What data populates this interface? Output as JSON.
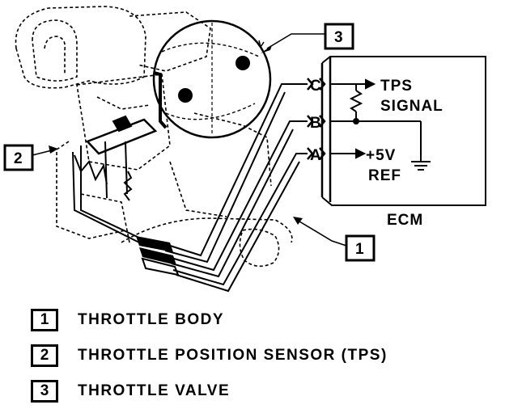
{
  "callouts": {
    "one": "1",
    "two": "2",
    "three": "3"
  },
  "pins": {
    "c": "C",
    "b": "B",
    "a": "A"
  },
  "ecm": {
    "label": "ECM",
    "tps_signal_line1": "TPS",
    "tps_signal_line2": "SIGNAL",
    "ref_line1": "+5V",
    "ref_line2": "REF"
  },
  "legend": [
    {
      "num": "1",
      "text": "THROTTLE BODY"
    },
    {
      "num": "2",
      "text": "THROTTLE POSITION SENSOR (TPS)"
    },
    {
      "num": "3",
      "text": "THROTTLE VALVE"
    }
  ]
}
